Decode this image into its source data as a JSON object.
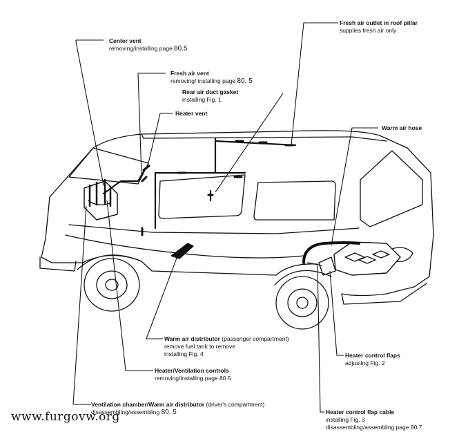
{
  "callouts": {
    "fresh_air_outlet": {
      "title": "Fresh air outlet in roof pillar",
      "note": "supplies fresh air only"
    },
    "center_vent": {
      "title": "Center vent",
      "note": "removing/installing page",
      "page": "80.5"
    },
    "fresh_air_vent": {
      "title": "Fresh air vent",
      "note": "removing/ installing page",
      "page": "80. 5"
    },
    "rear_air_duct_gasket": {
      "title": "Rear air duct gasket",
      "note": "installing Fig. 1"
    },
    "heater_vent": {
      "title": "Heater vent"
    },
    "warm_air_hose": {
      "title": "Warm air hose"
    },
    "warm_air_distributor": {
      "title": "Warm air distributor",
      "qualifier": "(passenger compartment)",
      "note1": "remove fuel tank to remove",
      "note2": "installing Fig. 4"
    },
    "heater_control_flaps": {
      "title": "Heater control flaps",
      "note": "adjusting Fig. 2"
    },
    "heater_ventilation_controls": {
      "title": "Heater/Ventilation controls",
      "note": "removing/installing page 80.5"
    },
    "ventilation_chamber": {
      "title": "Ventilation chamber/Warm air distributor",
      "qualifier": "(driver's compartment)",
      "note": "disassembling/assembling",
      "page": "80. 5"
    },
    "heater_control_flap_cable": {
      "title": "Heater control flap cable",
      "note1": "installing Fig. 3",
      "note2": "disassembling/assembling page 80.7"
    }
  },
  "watermark": "www.furgovw.org"
}
